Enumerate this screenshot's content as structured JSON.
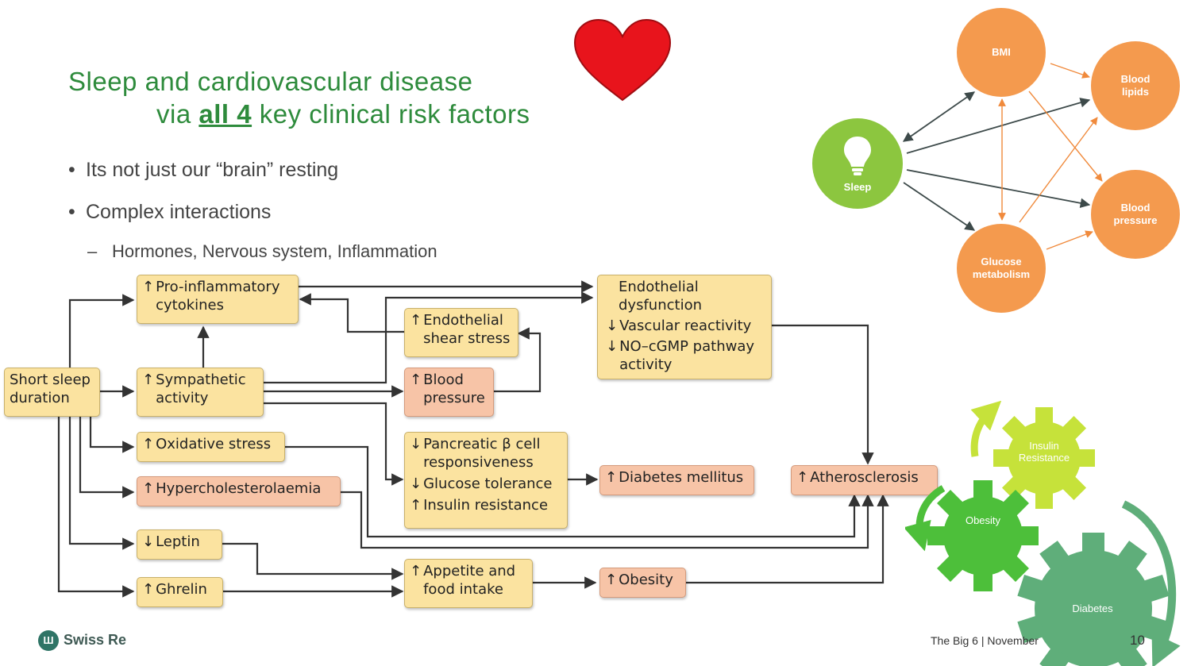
{
  "title": {
    "line1": "Sleep and cardiovascular disease",
    "line2_pre": "via ",
    "line2_emph": "all 4",
    "line2_post": " key clinical risk factors"
  },
  "bullets": [
    "Its not just our “brain” resting",
    "Complex interactions"
  ],
  "subbullet": "Hormones, Nervous system, Inflammation",
  "icons": {
    "heart": "heart-icon",
    "bulb": "lightbulb-icon",
    "logo": "swiss-re-logo-icon"
  },
  "colors": {
    "title": "#2e8b3c",
    "box_yellow": "#fbe3a0",
    "box_pink": "#f7c4a7",
    "circle_orange": "#f49a4e",
    "sleep_green": "#8cc63f",
    "heart_red": "#e8141c"
  },
  "flow": {
    "short_sleep": "Short sleep\nduration",
    "proinflam": {
      "arrow": "↑",
      "text": "Pro-inflammatory\ncytokines"
    },
    "sympathetic": {
      "arrow": "↑",
      "text": "Sympathetic\nactivity"
    },
    "oxidative": {
      "arrow": "↑",
      "text": "Oxidative stress"
    },
    "hyperchol": {
      "arrow": "↑",
      "text": "Hypercholesterolaemia"
    },
    "leptin": {
      "arrow": "↓",
      "text": "Leptin"
    },
    "ghrelin": {
      "arrow": "↑",
      "text": "Ghrelin"
    },
    "shear": {
      "arrow": "↑",
      "text": "Endothelial\nshear stress"
    },
    "bp": {
      "arrow": "↑",
      "text": "Blood\npressure"
    },
    "pancreatic": {
      "l1a": "↓",
      "l1": "Pancreatic β cell\nresponsiveness",
      "l2a": "↓",
      "l2": "Glucose tolerance",
      "l3a": "↑",
      "l3": "Insulin resistance"
    },
    "appetite": {
      "arrow": "↑",
      "text": "Appetite and\nfood intake"
    },
    "endo_dys": {
      "l1": "Endothelial\ndysfunction",
      "l2a": "↓",
      "l2": "Vascular reactivity",
      "l3a": "↓",
      "l3": "NO–cGMP pathway\nactivity"
    },
    "diabetes": {
      "arrow": "↑",
      "text": "Diabetes mellitus"
    },
    "athero": {
      "arrow": "↑",
      "text": "Atherosclerosis"
    },
    "obesity": {
      "arrow": "↑",
      "text": "Obesity"
    }
  },
  "network": {
    "bmi": "BMI",
    "lipids": "Blood\nlipids",
    "sleep": "Sleep",
    "pressure": "Blood\npressure",
    "glucose": "Glucose\nmetabolism"
  },
  "gears": {
    "insulin": "Insulin\nResistance",
    "obesity": "Obesity",
    "diabetes": "Diabetes"
  },
  "footer": {
    "brand": "Swiss Re",
    "right": "The Big 6 | November",
    "page": "10"
  }
}
